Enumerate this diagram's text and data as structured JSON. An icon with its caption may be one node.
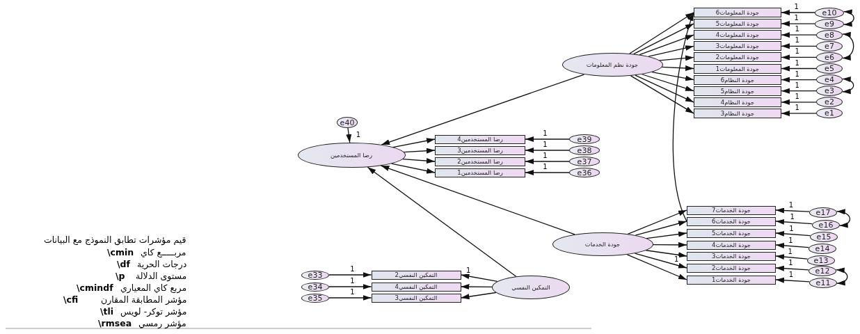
{
  "diagram": {
    "nodes": [
      {
        "text": [
          "جودة نظم المعلومات"
        ]
      },
      {
        "text": [
          "جودة المعلومات6"
        ]
      },
      {
        "text": [
          "جودة المعلومات5"
        ]
      },
      {
        "text": [
          "جودة المعلومات4"
        ]
      },
      {
        "text": [
          "جودة المعلومات3"
        ]
      },
      {
        "text": [
          "جودة المعلومات2"
        ]
      },
      {
        "text": [
          "جودة المعلومات1"
        ]
      },
      {
        "text": [
          "جودة النظام6"
        ]
      },
      {
        "text": [
          "جودة النظام5"
        ]
      },
      {
        "text": [
          "جودة النظام4"
        ]
      },
      {
        "text": [
          "جودة النظام3"
        ]
      },
      {
        "text": [
          "e10"
        ]
      },
      {
        "text": [
          "e9"
        ]
      },
      {
        "text": [
          "e8"
        ]
      },
      {
        "text": [
          "e7"
        ]
      },
      {
        "text": [
          "e6"
        ]
      },
      {
        "text": [
          "e5"
        ]
      },
      {
        "text": [
          "e4"
        ]
      },
      {
        "text": [
          "e3"
        ]
      },
      {
        "text": [
          "e2"
        ]
      },
      {
        "text": [
          "e1"
        ]
      },
      {
        "text": [
          "e40"
        ]
      },
      {
        "text": [
          "رضا المستخدمين"
        ]
      },
      {
        "text": [
          "رضا المستخدمين4"
        ]
      },
      {
        "text": [
          "رضا المستخدمين3"
        ]
      },
      {
        "text": [
          "رضا المستخدمين2"
        ]
      },
      {
        "text": [
          "رضا المستخدمين1"
        ]
      },
      {
        "text": [
          "e39"
        ]
      },
      {
        "text": [
          "e38"
        ]
      },
      {
        "text": [
          "e37"
        ]
      },
      {
        "text": [
          "e36"
        ]
      },
      {
        "text": [
          "جودة الخدمات"
        ]
      },
      {
        "text": [
          "جودة الخدمات7"
        ]
      },
      {
        "text": [
          "جودة الخدمات6"
        ]
      },
      {
        "text": [
          "جودة الخدمات5"
        ]
      },
      {
        "text": [
          "جودة الخدمات4"
        ]
      },
      {
        "text": [
          "جودة الخدمات3"
        ]
      },
      {
        "text": [
          "جودة الخدمات2"
        ]
      },
      {
        "text": [
          "جودة الخدمات1"
        ]
      },
      {
        "text": [
          "e17"
        ]
      },
      {
        "text": [
          "e16"
        ]
      },
      {
        "text": [
          "e15"
        ]
      },
      {
        "text": [
          "e14"
        ]
      },
      {
        "text": [
          "e13"
        ]
      },
      {
        "text": [
          "e12"
        ]
      },
      {
        "text": [
          "e11"
        ]
      },
      {
        "text": [
          "التمكين النفسي"
        ]
      },
      {
        "text": [
          "التمكين النفسي2"
        ]
      },
      {
        "text": [
          "التمكين النفسي4"
        ]
      },
      {
        "text": [
          "التمكين النفسي3"
        ]
      },
      {
        "text": [
          "e33"
        ]
      },
      {
        "text": [
          "e34"
        ]
      },
      {
        "text": [
          "e35"
        ]
      }
    ],
    "edges": [
      {
        "from": 0,
        "to": 1,
        "arrow": "to"
      },
      {
        "from": 0,
        "to": 2,
        "arrow": "to"
      },
      {
        "from": 0,
        "to": 3,
        "arrow": "to"
      },
      {
        "from": 0,
        "to": 4,
        "arrow": "to"
      },
      {
        "from": 0,
        "to": 5,
        "arrow": "to"
      },
      {
        "from": 0,
        "to": 6,
        "arrow": "to"
      },
      {
        "from": 0,
        "to": 7,
        "arrow": "to"
      },
      {
        "from": 0,
        "to": 8,
        "arrow": "to"
      },
      {
        "from": 0,
        "to": 9,
        "arrow": "to"
      },
      {
        "from": 0,
        "to": 10,
        "arrow": "to"
      },
      {
        "from": 11,
        "to": 1,
        "arrow": "to",
        "label": "1"
      },
      {
        "from": 12,
        "to": 2,
        "arrow": "to",
        "label": "1"
      },
      {
        "from": 13,
        "to": 3,
        "arrow": "to",
        "label": "1"
      },
      {
        "from": 14,
        "to": 4,
        "arrow": "to",
        "label": "1"
      },
      {
        "from": 15,
        "to": 5,
        "arrow": "to",
        "label": "1"
      },
      {
        "from": 16,
        "to": 6,
        "arrow": "to",
        "label": "1"
      },
      {
        "from": 17,
        "to": 7,
        "arrow": "to",
        "label": "1"
      },
      {
        "from": 18,
        "to": 8,
        "arrow": "to",
        "label": "1"
      },
      {
        "from": 19,
        "to": 9,
        "arrow": "to",
        "label": "1"
      },
      {
        "from": 20,
        "to": 10,
        "arrow": "to",
        "label": "1"
      },
      {
        "from": 21,
        "to": 22,
        "arrow": "to",
        "label": "1"
      },
      {
        "from": 22,
        "to": 23,
        "arrow": "to"
      },
      {
        "from": 22,
        "to": 24,
        "arrow": "to"
      },
      {
        "from": 22,
        "to": 25,
        "arrow": "to"
      },
      {
        "from": 22,
        "to": 26,
        "arrow": "to"
      },
      {
        "from": 27,
        "to": 23,
        "arrow": "to",
        "label": "1"
      },
      {
        "from": 28,
        "to": 24,
        "arrow": "to",
        "label": "1"
      },
      {
        "from": 29,
        "to": 25,
        "arrow": "to",
        "label": "1"
      },
      {
        "from": 30,
        "to": 26,
        "arrow": "to",
        "label": "1"
      },
      {
        "from": 31,
        "to": 32,
        "arrow": "to"
      },
      {
        "from": 31,
        "to": 33,
        "arrow": "to"
      },
      {
        "from": 31,
        "to": 34,
        "arrow": "to"
      },
      {
        "from": 31,
        "to": 35,
        "arrow": "to"
      },
      {
        "from": 31,
        "to": 36,
        "arrow": "to"
      },
      {
        "from": 31,
        "to": 37,
        "arrow": "to",
        "label": "1"
      },
      {
        "from": 31,
        "to": 38,
        "arrow": "to"
      },
      {
        "from": 39,
        "to": 32,
        "arrow": "to",
        "label": "1"
      },
      {
        "from": 40,
        "to": 33,
        "arrow": "to",
        "label": "1"
      },
      {
        "from": 41,
        "to": 34,
        "arrow": "to",
        "label": "1"
      },
      {
        "from": 42,
        "to": 35,
        "arrow": "to",
        "label": "1"
      },
      {
        "from": 43,
        "to": 36,
        "arrow": "to",
        "label": "1"
      },
      {
        "from": 44,
        "to": 37,
        "arrow": "to",
        "label": "1"
      },
      {
        "from": 45,
        "to": 38,
        "arrow": "to",
        "label": "1"
      },
      {
        "from": 46,
        "to": 47,
        "arrow": "to",
        "label": "1"
      },
      {
        "from": 46,
        "to": 48,
        "arrow": "to"
      },
      {
        "from": 46,
        "to": 49,
        "arrow": "to"
      },
      {
        "from": 50,
        "to": 47,
        "arrow": "to",
        "label": "1"
      },
      {
        "from": 51,
        "to": 48,
        "arrow": "to",
        "label": "1"
      },
      {
        "from": 52,
        "to": 49,
        "arrow": "to",
        "label": "1"
      },
      {
        "from": 0,
        "to": 22,
        "arrow": "to"
      },
      {
        "from": 31,
        "to": 22,
        "arrow": "to"
      },
      {
        "from": 46,
        "to": 22,
        "arrow": "to"
      },
      {
        "from": 33,
        "to": 1,
        "arrow": "to"
      },
      {
        "from": 11,
        "to": 12,
        "arrow": "both"
      },
      {
        "from": 13,
        "to": 15,
        "arrow": "both"
      },
      {
        "from": 17,
        "to": 18,
        "arrow": "both"
      },
      {
        "from": 39,
        "to": 40,
        "arrow": "both"
      },
      {
        "from": 44,
        "to": 45,
        "arrow": "both"
      }
    ],
    "labels": [
      "قيم مؤشرات تطابق النموذج مع البيانات",
      "مربـــــع كاي",
      "\\cmin",
      "درجات الحرية",
      "\\df",
      "مستوى الدلالة",
      "\\p",
      "مربع كاي المعياري",
      "\\cmindf",
      "مؤشر المطابقة المقارن",
      "\\cfi",
      "مؤشر توكر- لويس",
      "\\tli",
      "مؤشر رمسي",
      "\\rmsea"
    ]
  }
}
